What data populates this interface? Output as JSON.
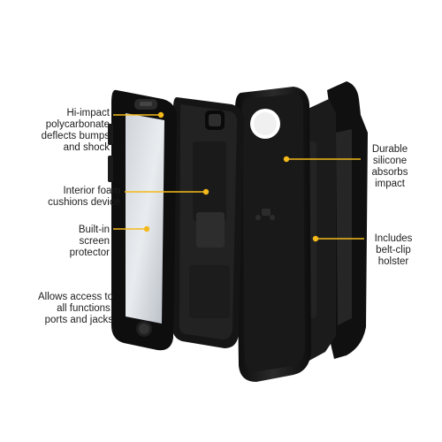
{
  "accent_color": "#f4b91a",
  "labels": {
    "hi_impact": [
      "Hi-impact",
      "polycarbonate",
      "deflects bumps",
      "and shock"
    ],
    "interior_foam": [
      "Interior foam",
      "cushions device"
    ],
    "built_in": [
      "Built-in",
      "screen",
      "protector"
    ],
    "allows_access": [
      "Allows access to",
      "all functions,",
      "ports and jacks"
    ],
    "durable": [
      "Durable",
      "silicone",
      "absorbs",
      "impact"
    ],
    "belt_clip": [
      "Includes",
      "belt-clip",
      "holster"
    ]
  }
}
